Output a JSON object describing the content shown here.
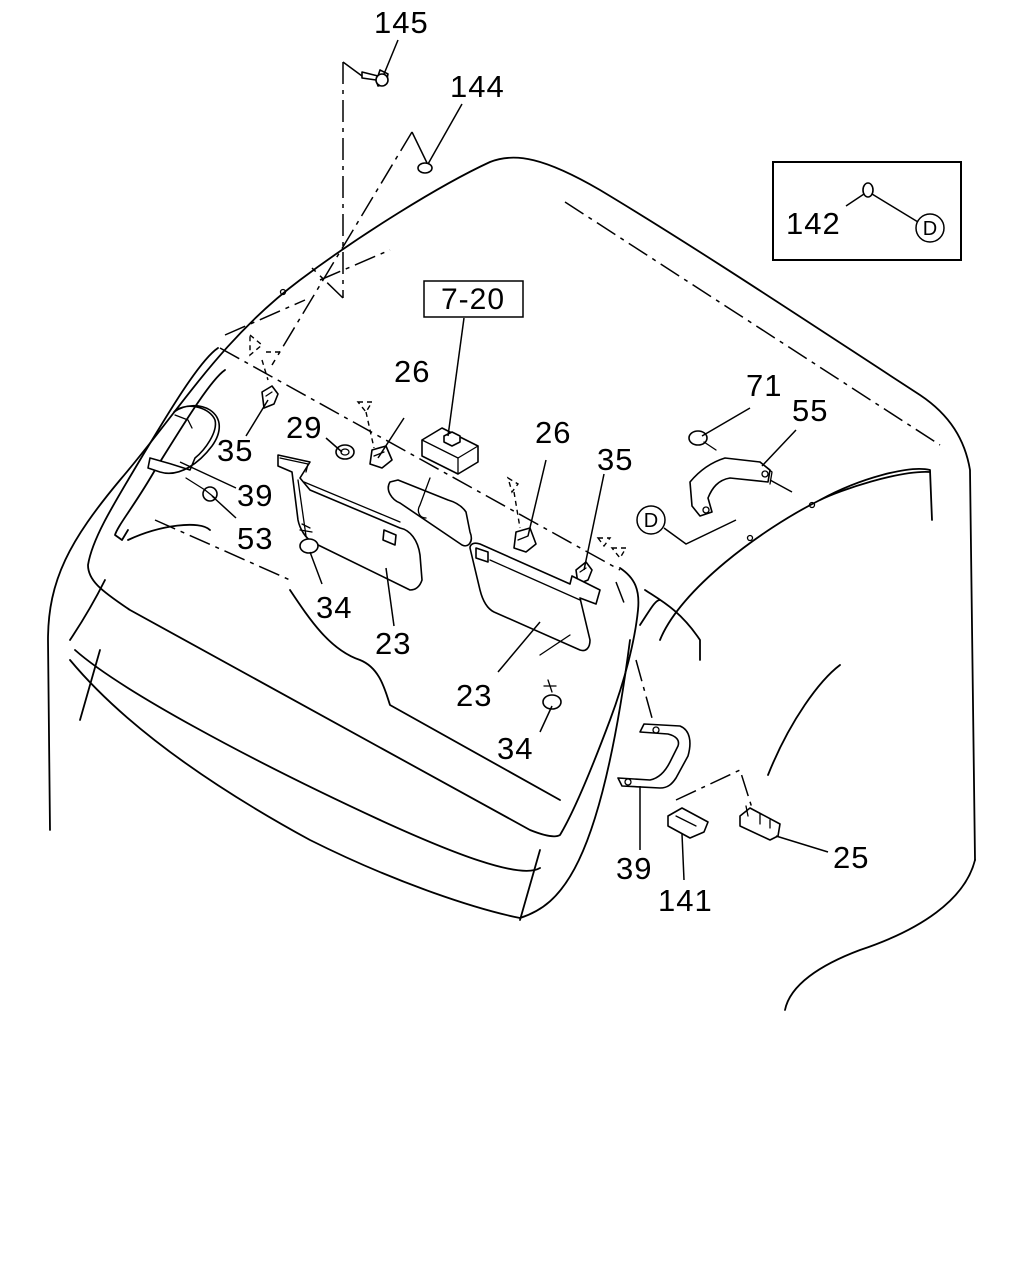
{
  "callouts": {
    "c145": "145",
    "c144": "144",
    "c142": "142",
    "c7_20": "7-20",
    "c26_left": "26",
    "c26_right": "26",
    "c29": "29",
    "c35_left": "35",
    "c35_right": "35",
    "c39_left": "39",
    "c39_right": "39",
    "c53": "53",
    "c71": "71",
    "c55": "55",
    "c34_left": "34",
    "c34_right": "34",
    "c23_left": "23",
    "c23_right": "23",
    "c141": "141",
    "c25": "25"
  },
  "markers": {
    "detail_d": "D",
    "marker_d": "D"
  }
}
